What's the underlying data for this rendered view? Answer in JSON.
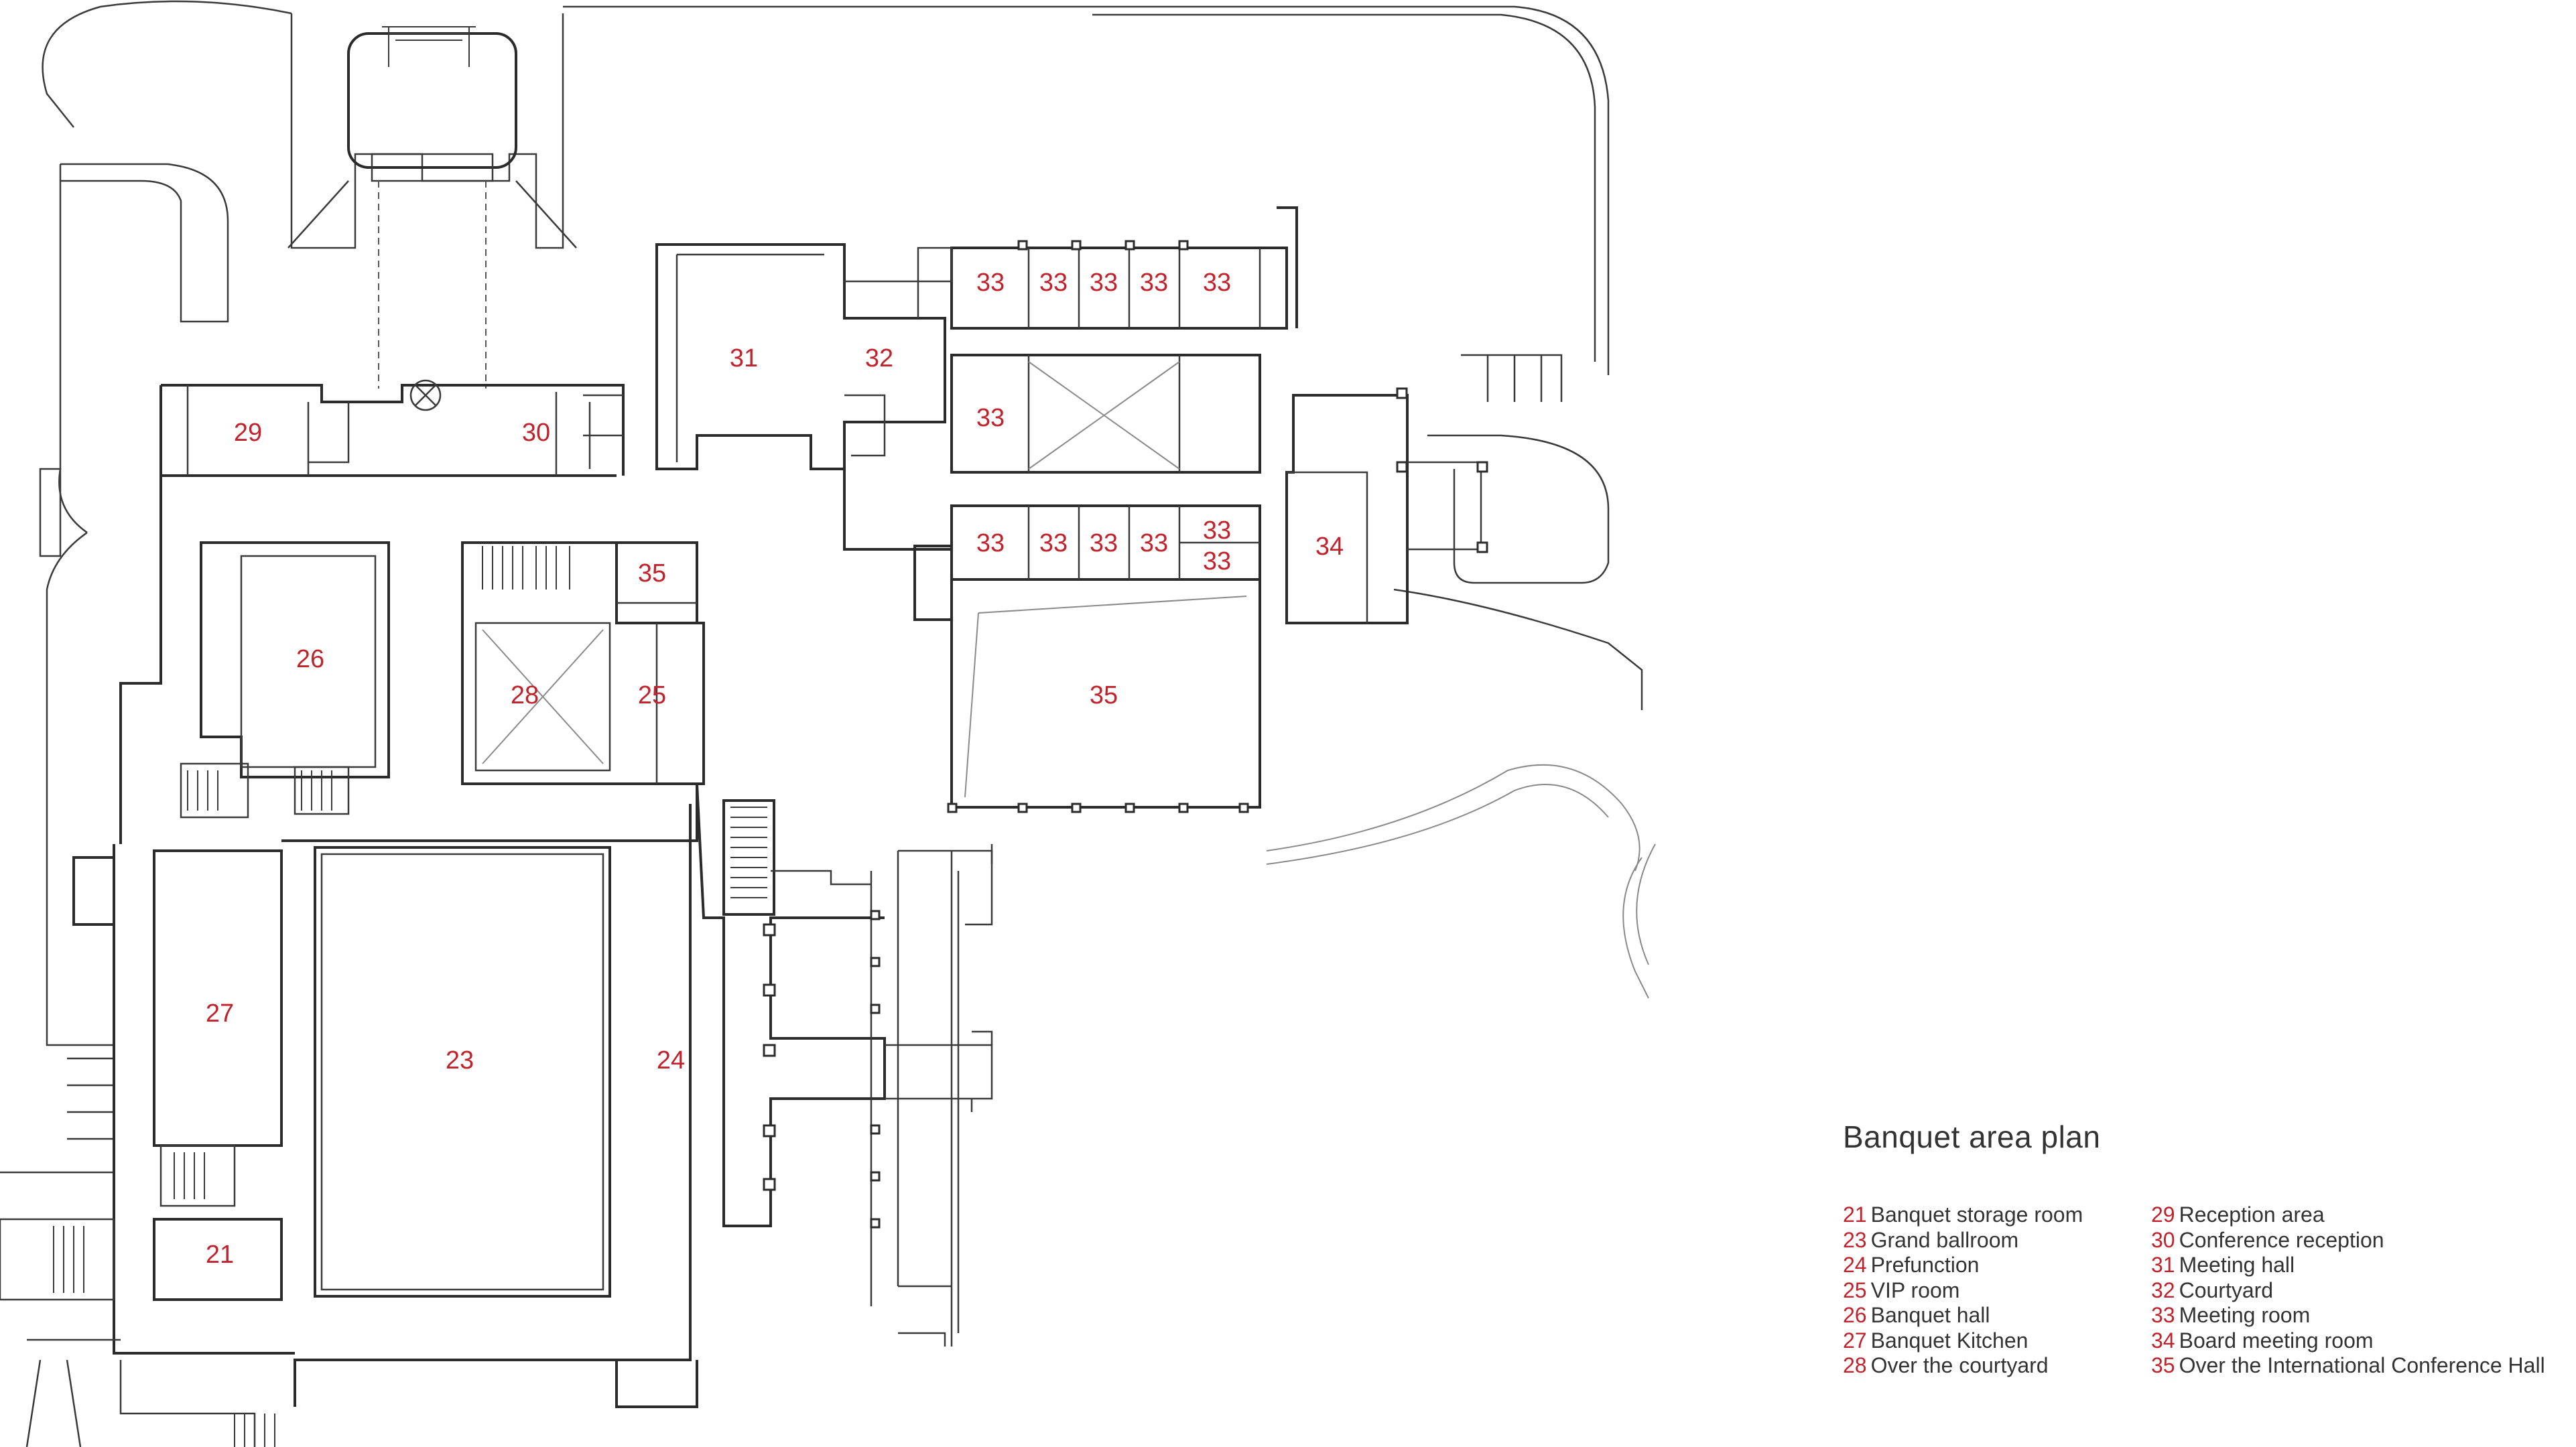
{
  "plan": {
    "title": "Banquet area plan",
    "accent_color": "#c0232b",
    "line_color": "#2b2b2b",
    "room_labels": [
      "29",
      "30",
      "31",
      "32",
      "33",
      "33",
      "33",
      "33",
      "33",
      "33",
      "33",
      "33",
      "33",
      "33",
      "33",
      "33",
      "34",
      "35",
      "26",
      "28",
      "25",
      "35",
      "27",
      "23",
      "24",
      "21"
    ]
  },
  "legend": {
    "left": [
      {
        "num": "21",
        "text": "Banquet storage room"
      },
      {
        "num": "23",
        "text": "Grand ballroom"
      },
      {
        "num": "24",
        "text": "Prefunction"
      },
      {
        "num": "25",
        "text": "VIP room"
      },
      {
        "num": "26",
        "text": "Banquet hall"
      },
      {
        "num": "27",
        "text": "Banquet Kitchen"
      },
      {
        "num": "28",
        "text": "Over the courtyard"
      }
    ],
    "right": [
      {
        "num": "29",
        "text": "Reception area"
      },
      {
        "num": "30",
        "text": "Conference reception"
      },
      {
        "num": "31",
        "text": "Meeting hall"
      },
      {
        "num": "32",
        "text": "Courtyard"
      },
      {
        "num": "33",
        "text": "Meeting room"
      },
      {
        "num": "34",
        "text": "Board meeting room"
      },
      {
        "num": "35",
        "text": "Over the International Conference Hall"
      }
    ]
  }
}
